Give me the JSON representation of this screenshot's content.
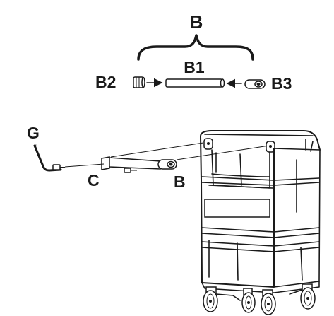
{
  "labels": {
    "group": "B",
    "pipe": "B1",
    "cap": "B2",
    "plug": "B3",
    "key": "G",
    "bolt": "C",
    "assembly": "B"
  },
  "icons": {
    "allen_key": "allen-key-icon",
    "cart": "wheeled-cart-icon"
  },
  "colors": {
    "line": "#1a1a1a",
    "background": "#ffffff"
  }
}
